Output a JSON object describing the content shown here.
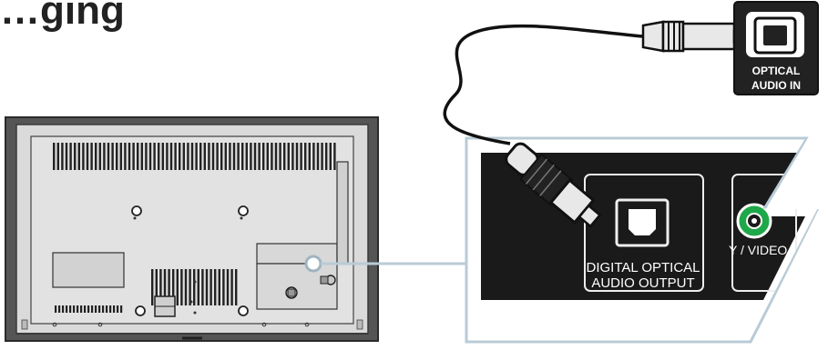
{
  "heading_fragment": "…ging",
  "connector_box": {
    "label_line1": "OPTICAL",
    "label_line2": "AUDIO IN"
  },
  "panel": {
    "port_label_line1": "DIGITAL OPTICAL",
    "port_label_line2": "AUDIO OUTPUT",
    "neighbor_label": "Y / VIDEO",
    "jack_color": "#1fa84a"
  },
  "colors": {
    "tv_body": "#d9d9d9",
    "tv_outline": "#3a3a3a",
    "panel_bg": "#1a1a1a",
    "callout": "#b9cbd6",
    "cable": "#111111"
  }
}
